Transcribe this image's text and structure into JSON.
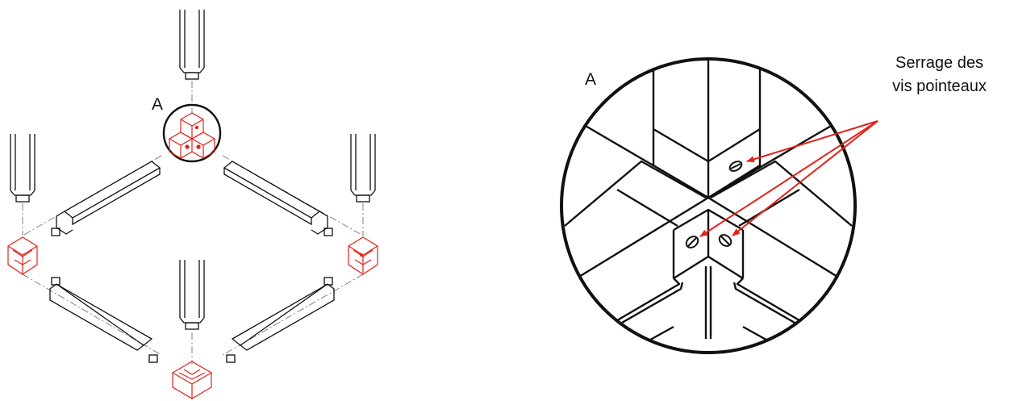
{
  "labels": {
    "detail_marker": "A",
    "detail_title": "A"
  },
  "callout": {
    "line1": "Serrage des",
    "line2": "vis pointeaux"
  },
  "colors": {
    "line": "#111111",
    "accent": "#e2231a",
    "background": "#ffffff"
  }
}
